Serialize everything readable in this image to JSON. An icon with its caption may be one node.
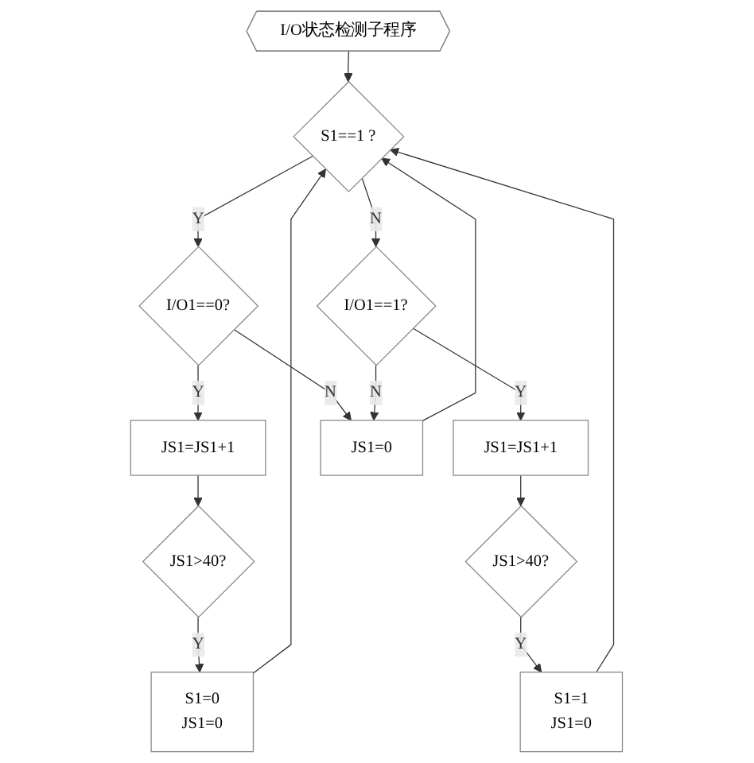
{
  "diagram": {
    "nodes": [
      {
        "text": [
          "I/O状态检测子程序"
        ]
      },
      {
        "text": [
          "S1==1 ?"
        ]
      },
      {
        "text": [
          "I/O1==0?"
        ]
      },
      {
        "text": [
          "I/O1==1?"
        ]
      },
      {
        "text": [
          "JS1=JS1+1"
        ]
      },
      {
        "text": [
          "JS1=JS1+1"
        ]
      },
      {
        "text": [
          "JS1>40?"
        ]
      },
      {
        "text": [
          "JS1>40?"
        ]
      },
      {
        "text": [
          "S1=0",
          "JS1=0"
        ]
      },
      {
        "text": [
          "JS1=0"
        ]
      },
      {
        "text": [
          "S1=1",
          "JS1=0"
        ]
      }
    ],
    "edges": [
      {
        "from": 0,
        "to": 1,
        "arrow": "to"
      },
      {
        "from": 1,
        "to": 2,
        "label": "Y",
        "arrow": "to"
      },
      {
        "from": 1,
        "to": 3,
        "label": "N",
        "arrow": "to"
      },
      {
        "from": 2,
        "to": 9,
        "label": "N",
        "arrow": "to"
      },
      {
        "from": 3,
        "to": 9,
        "label": "N",
        "arrow": "to"
      },
      {
        "from": 2,
        "to": 4,
        "label": "Y",
        "arrow": "to"
      },
      {
        "from": 3,
        "to": 5,
        "label": "Y",
        "arrow": "to"
      },
      {
        "from": 4,
        "to": 6,
        "arrow": "to"
      },
      {
        "from": 5,
        "to": 7,
        "arrow": "to"
      },
      {
        "from": 6,
        "to": 8,
        "label": "Y",
        "arrow": "to"
      },
      {
        "from": 7,
        "to": 10,
        "label": "Y",
        "arrow": "to"
      },
      {
        "from": 8,
        "to": 1,
        "arrow": "to"
      },
      {
        "from": 9,
        "to": 1,
        "arrow": "to"
      },
      {
        "from": 10,
        "to": 1,
        "arrow": "to"
      }
    ]
  }
}
